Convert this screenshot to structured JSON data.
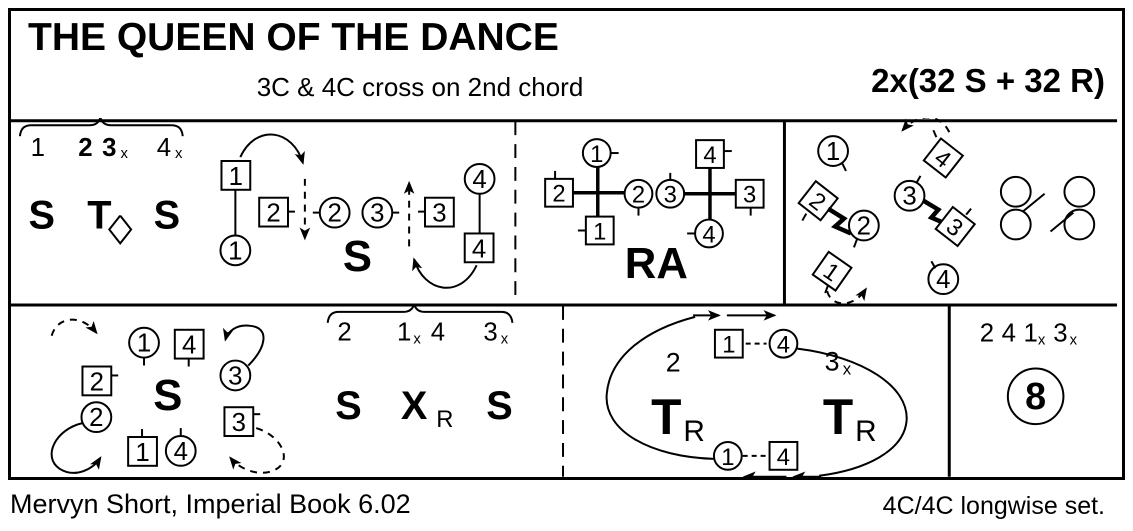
{
  "colors": {
    "ink": "#000000",
    "paper": "#ffffff"
  },
  "header": {
    "title": "THE QUEEN OF THE DANCE",
    "subtitle": "3C & 4C cross on 2nd chord",
    "repeat": "2x(32 S + 32 R)"
  },
  "row1": {
    "panel1": {
      "bars": {
        "n1": "1",
        "n2": "2",
        "n3": "3",
        "n3sub": "x",
        "n4": "4",
        "n4sub": "x"
      },
      "seq": {
        "s1": "S",
        "t": "T",
        "s2": "S"
      },
      "set_label": "S",
      "dancers": {
        "man1": "1",
        "lady1": "1",
        "man2": "2",
        "lady2": "2",
        "lady3": "3",
        "man3": "3",
        "lady4": "4",
        "man4": "4"
      }
    },
    "panel2": {
      "label": "RA",
      "dancers": {
        "lady1": "1",
        "man2": "2",
        "lady2": "2",
        "man1": "1",
        "man4": "4",
        "lady3": "3",
        "man3": "3",
        "lady4": "4"
      }
    },
    "panel3": {
      "dancers": {
        "lady1": "1",
        "man4": "4",
        "man2": "2",
        "lady2": "2",
        "lady3": "3",
        "man3": "3",
        "man1": "1",
        "lady4": "4"
      }
    }
  },
  "row2": {
    "panel1": {
      "dancers": {
        "lady1": "1",
        "man4": "4",
        "man2": "2",
        "lady2": "2",
        "lady3": "3",
        "man3": "3",
        "man1": "1",
        "lady4": "4"
      },
      "set_label": "S",
      "bars": {
        "n1": "2",
        "n2": "1",
        "n2sub": "x",
        "n3": "4",
        "n4": "3",
        "n4sub": "x"
      },
      "seq": {
        "s1": "S",
        "x": "X",
        "xsub": "R",
        "s2": "S"
      }
    },
    "panel2": {
      "bar_left": "2",
      "bar_right": "3",
      "bar_right_sub": "x",
      "turn_left": "T",
      "turn_left_sub": "R",
      "turn_right": "T",
      "turn_right_sub": "R",
      "dancers": {
        "man1_top": "1",
        "lady4_top": "4",
        "lady1_bottom": "1",
        "man4_bottom": "4"
      }
    },
    "panel3": {
      "bars": {
        "n1": "2",
        "n2": "4",
        "n3": "1",
        "n3sub": "x",
        "n4": "3",
        "n4sub": "x"
      },
      "circle_label": "8"
    }
  },
  "footer": {
    "credit": "Mervyn Short, Imperial Book 6.02",
    "set_info": "4C/4C longwise set."
  }
}
